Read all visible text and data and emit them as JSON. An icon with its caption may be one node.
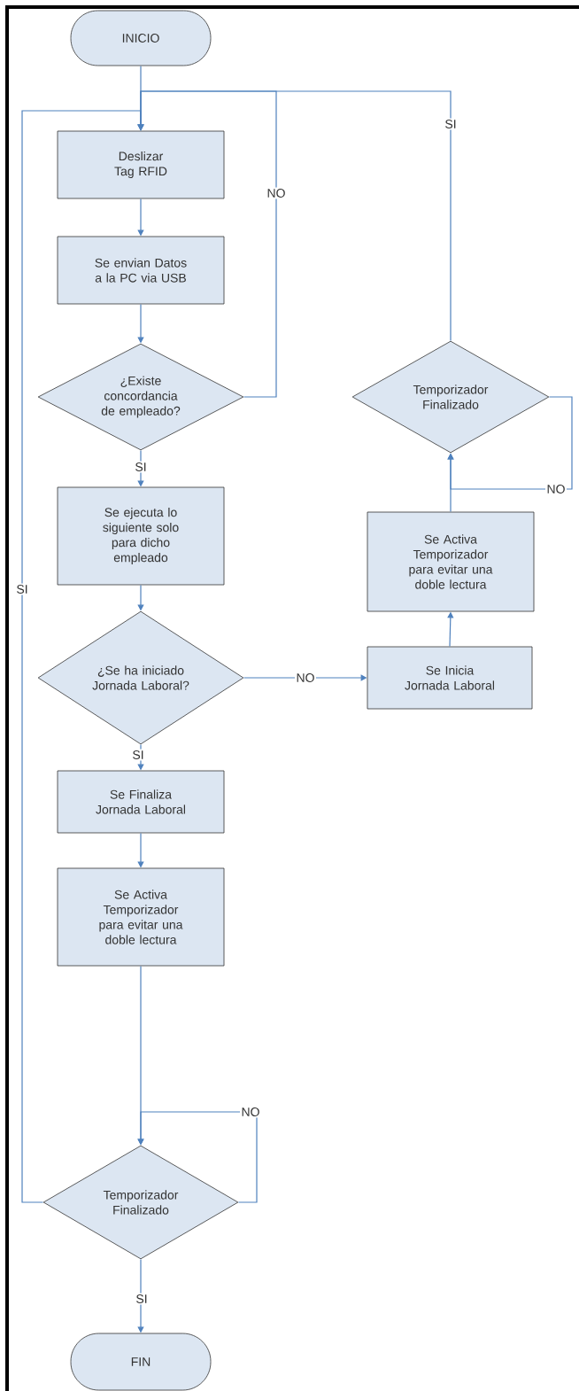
{
  "diagram": {
    "nodes": [
      {
        "text": [
          "INICIO"
        ]
      },
      {
        "text": [
          "Deslizar Tag RFID"
        ]
      },
      {
        "text": [
          "Se envian Datos a la PC via USB"
        ]
      },
      {
        "text": [
          "¿Existe concordancia de empleado?"
        ]
      },
      {
        "text": [
          "Se ejecuta lo siguiente solo para dicho empleado"
        ]
      },
      {
        "text": [
          "¿Se ha iniciado Jornada Laboral?"
        ]
      },
      {
        "text": [
          "Se Inicia Jornada Laboral"
        ]
      },
      {
        "text": [
          "Se Activa Temporizador para evitar una doble lectura"
        ]
      },
      {
        "text": [
          "Temporizador Finalizado"
        ]
      },
      {
        "text": [
          "Se Finaliza Jornada Laboral"
        ]
      },
      {
        "text": [
          "Se Activa Temporizador para evitar una doble lectura"
        ]
      },
      {
        "text": [
          "Temporizador Finalizado"
        ]
      },
      {
        "text": [
          "FIN"
        ]
      }
    ],
    "edges": [
      {
        "from": 0,
        "to": 1,
        "arrow": "to"
      },
      {
        "from": 1,
        "to": 2,
        "arrow": "to"
      },
      {
        "from": 2,
        "to": 3,
        "arrow": "to"
      },
      {
        "from": 3,
        "to": 4,
        "arrow": "to",
        "label": "SI"
      },
      {
        "from": 3,
        "to": 1,
        "arrow": "to",
        "label": "NO"
      },
      {
        "from": 4,
        "to": 5,
        "arrow": "to"
      },
      {
        "from": 5,
        "to": 9,
        "arrow": "to",
        "label": "SI"
      },
      {
        "from": 5,
        "to": 6,
        "arrow": "to",
        "label": "NO"
      },
      {
        "from": 6,
        "to": 7,
        "arrow": "to"
      },
      {
        "from": 7,
        "to": 8,
        "arrow": "to"
      },
      {
        "from": 8,
        "to": 8,
        "arrow": "to",
        "label": "NO"
      },
      {
        "from": 8,
        "to": 1,
        "arrow": "to",
        "label": "SI"
      },
      {
        "from": 9,
        "to": 10,
        "arrow": "to"
      },
      {
        "from": 10,
        "to": 11,
        "arrow": "to"
      },
      {
        "from": 11,
        "to": 11,
        "arrow": "to",
        "label": "NO"
      },
      {
        "from": 11,
        "to": 1,
        "arrow": "to",
        "label": "SI"
      },
      {
        "from": 11,
        "to": 12,
        "arrow": "to",
        "label": "SI"
      }
    ]
  }
}
